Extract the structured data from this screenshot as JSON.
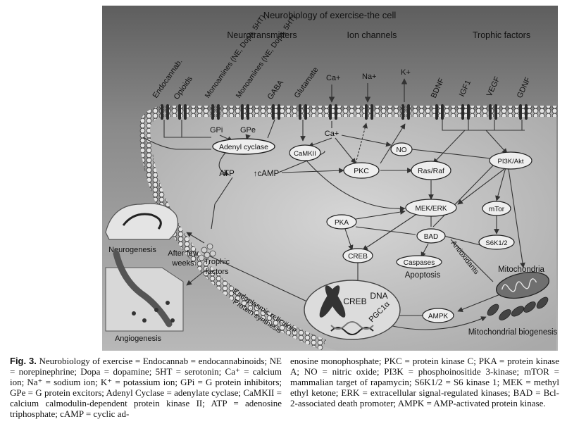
{
  "figure": {
    "title": "Neurobiology of exercise-the cell",
    "sections": [
      "Neurotransmitters",
      "Ion channels",
      "Trophic factors"
    ],
    "receptors": [
      "Endocannab.",
      "Opioids",
      "Monoamines (NE, Dopa, 5HT)",
      "Monoamines (NE, Dopa, 5HT)",
      "GABA",
      "Glutamate",
      "Ca+",
      "Na+",
      "K+",
      "BDNF",
      "IGF1",
      "VEGF",
      "GDNF"
    ],
    "g_proteins": [
      "GPi",
      "GPe"
    ],
    "nodes": {
      "adenyl_cyclase": "Adenyl cyclase",
      "camkii": "CaMKII",
      "atp": "ATP",
      "camp": "↑cAMP",
      "ca": "Ca+",
      "no": "NO",
      "pkc": "PKC",
      "ras_raf": "Ras/Raf",
      "pi3k": "PI3K/Akt",
      "mek_erk": "MEK/ERK",
      "mtor": "mTor",
      "pka": "PKA",
      "bad": "BAD",
      "s6k": "S6K1/2",
      "creb": "CREB",
      "caspases": "Caspases",
      "apoptosis": "Apoptosis",
      "antioxidants": "Antioxidants",
      "mitochondria": "Mitochondria",
      "ampk": "AMPK",
      "nucleus_creb": "CREB",
      "dna": "DNA",
      "pgc": "PGC1α",
      "mito_biogenesis": "Mitochondrial biogenesis",
      "er": "Endoplasmic reticulum",
      "protein_synthesis": "Protein synthesis",
      "trophic_factors": "Trophic factors",
      "after_few_weeks": "After few weeks",
      "neurogenesis": "Neurogenesis",
      "angiogenesis": "Angiogenesis"
    }
  },
  "caption": {
    "title": "Fig. 3.",
    "left": "Neurobiology of exercise = Endocannab = endocannabinoids; NE = norepinephrine; Dopa = dopamine; 5HT = serotonin; Ca⁺ = calcium ion; Na⁺ = sodium ion; K⁺ = potassium ion; GPi = G protein inhibitors; GPe = G protein excitors; Adenyl Cyclase = adenylate cyclase; CaMKII = calcium calmodulin-dependent protein kinase II; ATP = adenosine triphosphate; cAMP = cyclic ad-",
    "right": "enosine monophosphate; PKC = protein kinase C; PKA = protein kinase A; NO = nitric oxide; PI3K = phosphoinositide 3-kinase; mTOR = mammalian target of rapamycin; S6K1/2 = S6 kinase 1; MEK = methyl ethyl ketone; ERK = extracellular signal-regulated kinases; BAD = Bcl-2-associated death promoter; AMPK = AMP-activated protein kinase."
  }
}
